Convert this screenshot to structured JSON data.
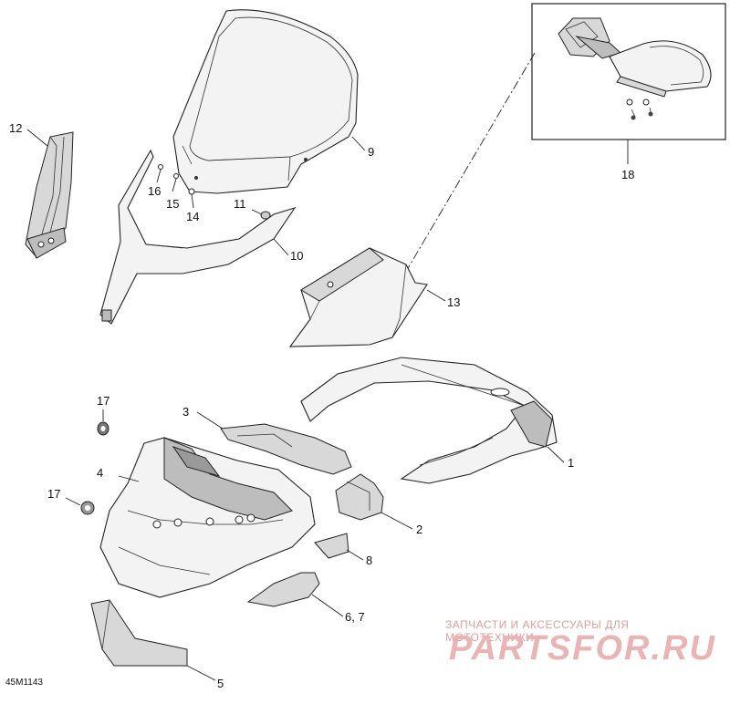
{
  "figure": {
    "code": "45M1143"
  },
  "callouts": {
    "c1": "1",
    "c2": "2",
    "c3": "3",
    "c4": "4",
    "c5": "5",
    "c6_7": "6, 7",
    "c8": "8",
    "c9": "9",
    "c10": "10",
    "c11": "11",
    "c12": "12",
    "c13": "13",
    "c14": "14",
    "c15": "15",
    "c16": "16",
    "c17a": "17",
    "c17b": "17",
    "c18": "18"
  },
  "watermark": {
    "tagline": "ЗАПЧАСТИ И АКСЕССУАРЫ ДЛЯ МОТОТЕХНИКИ",
    "logo": "PARTSFOR.RU"
  }
}
